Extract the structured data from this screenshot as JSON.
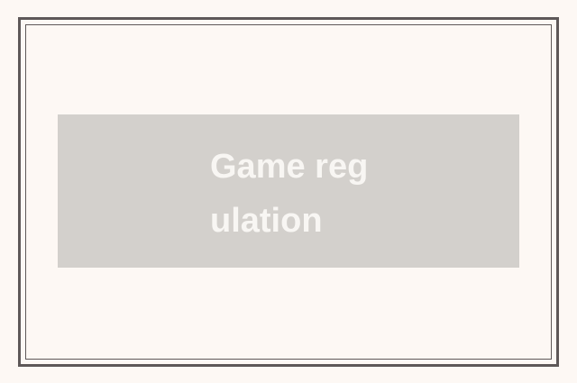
{
  "page": {
    "background_color": "#FDF8F4",
    "frame": {
      "border_color": "#5E5858"
    }
  },
  "banner": {
    "title": "Game regulation",
    "title_lines": [
      "Game reg",
      "ulation"
    ],
    "background_color": "#D3D0CC",
    "text_color": "#F8F6F3"
  }
}
